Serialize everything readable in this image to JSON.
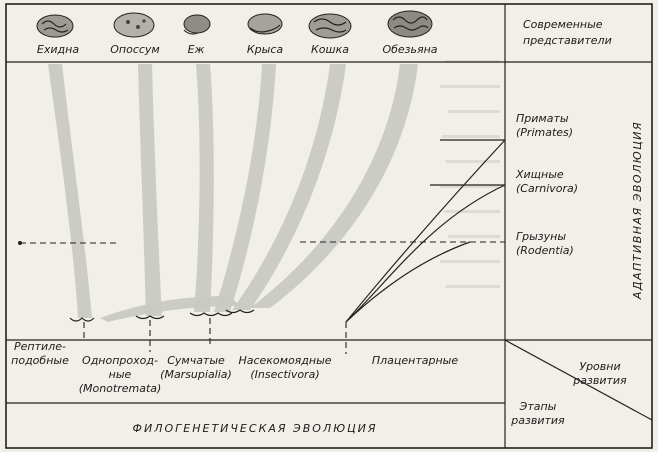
{
  "diagram": {
    "animals": [
      {
        "name": "Ехидна",
        "icon": "echidna-brain-icon"
      },
      {
        "name": "Опоссум",
        "icon": "opossum-brain-icon"
      },
      {
        "name": "Еж",
        "icon": "hedgehog-brain-icon"
      },
      {
        "name": "Крыса",
        "icon": "rat-brain-icon"
      },
      {
        "name": "Кошка",
        "icon": "cat-brain-icon"
      },
      {
        "name": "Обезьяна",
        "icon": "monkey-brain-icon"
      }
    ],
    "header_right": [
      "Современные",
      "представители"
    ],
    "branches": [
      {
        "name": "Приматы",
        "latin": "(Primates)"
      },
      {
        "name": "Хищные",
        "latin": "(Carnivora)"
      },
      {
        "name": "Грызуны",
        "latin": "(Rodentia)"
      }
    ],
    "adaptive_label": "АДАПТИВНАЯ ЭВОЛЮЦИЯ",
    "groups": [
      {
        "lines": [
          "Рептиле-",
          "подобные"
        ]
      },
      {
        "lines": [
          "Однопроход-",
          "ные",
          "(Monotremata)"
        ]
      },
      {
        "lines": [
          "Сумчатые",
          "(Marsupialia)"
        ]
      },
      {
        "lines": [
          "Насекомоядные",
          "(Insectivora)"
        ]
      },
      {
        "lines": [
          "Плацентарные"
        ]
      }
    ],
    "levels_label": [
      "Уровни",
      "развития"
    ],
    "stages_label": [
      "Этапы",
      "развития"
    ],
    "bottom_label": "ФИЛОГЕНЕТИЧЕСКАЯ ЭВОЛЮЦИЯ"
  }
}
